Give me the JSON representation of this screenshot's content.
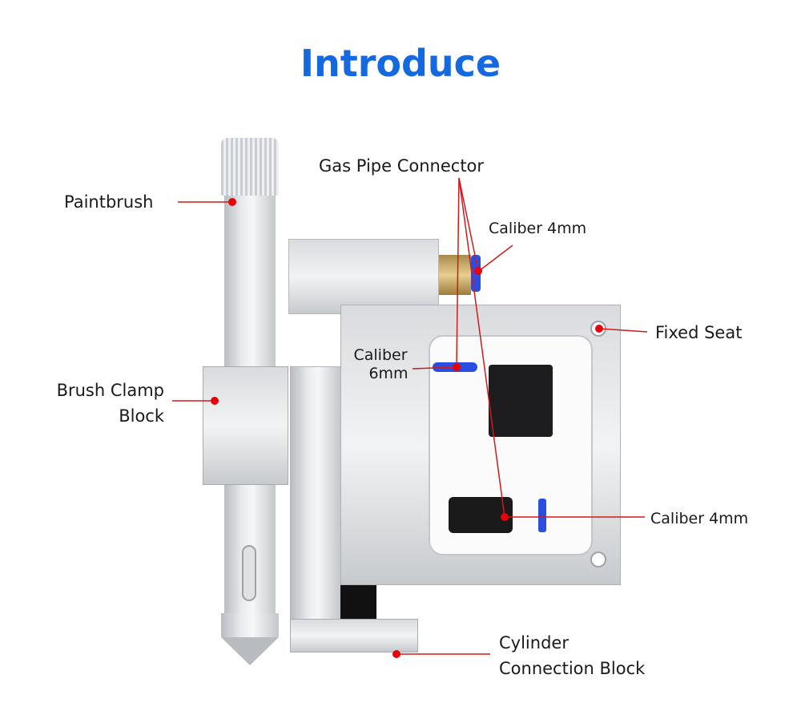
{
  "title": "Introduce",
  "labels": {
    "paintbrush": "Paintbrush",
    "gas_pipe_connector": "Gas Pipe Connector",
    "caliber_4mm_top": "Caliber 4mm",
    "fixed_seat": "Fixed Seat",
    "caliber_6mm_line1": "Caliber",
    "caliber_6mm_line2": "6mm",
    "brush_clamp_line1": "Brush Clamp",
    "brush_clamp_line2": "Block",
    "caliber_4mm_bottom": "Caliber 4mm",
    "cylinder_line1": "Cylinder",
    "cylinder_line2": "Connection Block"
  },
  "colors": {
    "title": "#1468e0",
    "marker": "#e8000b",
    "leader": "#d21a1a"
  }
}
